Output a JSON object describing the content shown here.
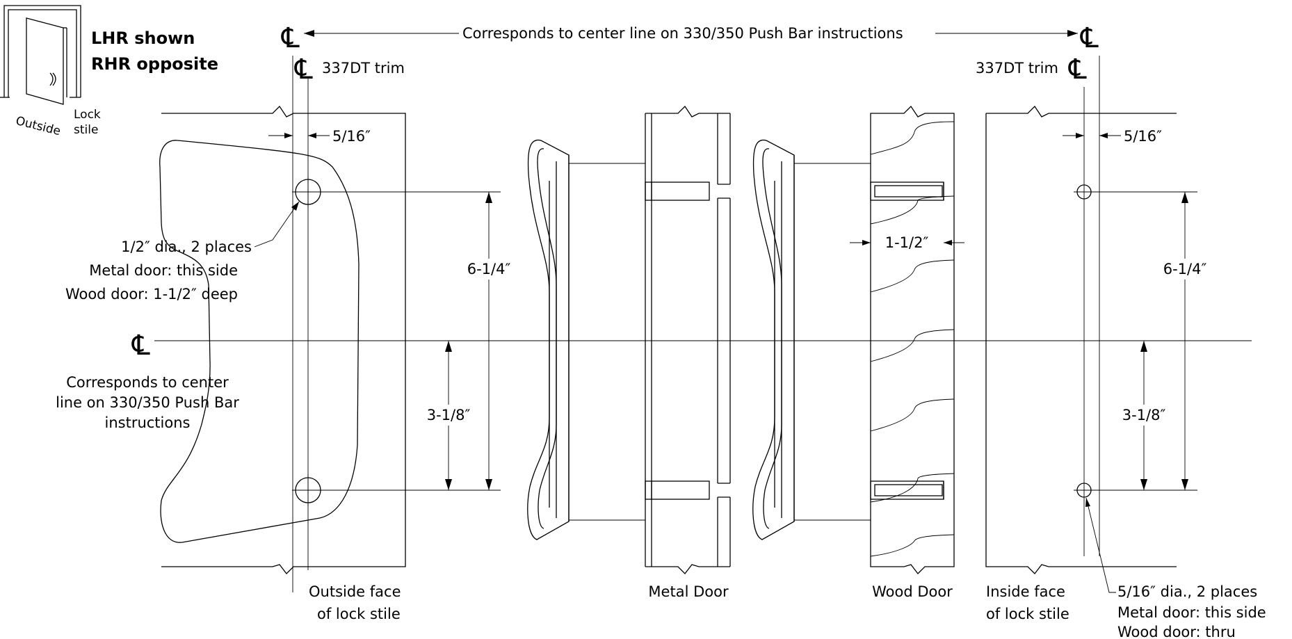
{
  "hand_note": {
    "line1": "LHR shown",
    "line2": "RHR opposite"
  },
  "door_icon": {
    "outside": "Outside",
    "lock_line1": "Lock",
    "lock_line2": "stile"
  },
  "centerline_symbol": "℄",
  "top_banner": "Corresponds to center line on 330/350 Push Bar instructions",
  "trim_label": "337DT trim",
  "offset_dim": "5/16″",
  "spacing_dim": "6-1/4″",
  "half_dim": "3-1/8″",
  "depth_dim": "1-1/2″",
  "left_hole_note": {
    "line1": "1/2″ dia., 2 places",
    "line2": "Metal door: this side",
    "line3": "Wood door: 1-1/2″ deep"
  },
  "left_cl_note": {
    "line1": "Corresponds to center",
    "line2": "line on 330/350 Push Bar",
    "line3": "instructions"
  },
  "right_hole_note": {
    "line1": "5/16″ dia., 2 places",
    "line2": "Metal door: this side",
    "line3": "Wood door: thru"
  },
  "captions": {
    "outside_face_1": "Outside face",
    "outside_face_2": "of lock stile",
    "metal_door": "Metal Door",
    "wood_door": "Wood Door",
    "inside_face_1": "Inside face",
    "inside_face_2": "of lock stile"
  }
}
